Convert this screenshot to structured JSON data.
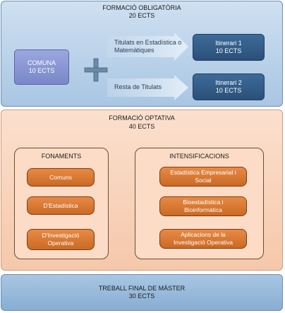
{
  "obligatoria": {
    "title": "FORMACIÓ OBLIGATÒRIA",
    "credits": "20 ECTS",
    "comuna": {
      "title": "COMUNA",
      "credits": "10 ECTS"
    },
    "paths": [
      {
        "label_line1": "Titulats en Estadística o",
        "label_line2": "Matemàtiques",
        "target_title": "Itinerari 1",
        "target_credits": "10 ECTS"
      },
      {
        "label_line1": "Resta de Titulats",
        "label_line2": "",
        "target_title": "Itinerari 2",
        "target_credits": "10 ECTS"
      }
    ]
  },
  "optativa": {
    "title": "FORMACIÓ OPTATIVA",
    "credits": "40 ECTS",
    "fonaments": {
      "title": "FONAMENTS",
      "items": [
        {
          "line1": "Comuns",
          "line2": ""
        },
        {
          "line1": "D'Estadística",
          "line2": ""
        },
        {
          "line1": "D'Investigació",
          "line2": "Operativa"
        }
      ]
    },
    "intensificacions": {
      "title": "INTENSIFICACIONS",
      "items": [
        {
          "line1": "Estadística Empresarial i",
          "line2": "Social"
        },
        {
          "line1": "Bioestadística i",
          "line2": "Bioinformàtica"
        },
        {
          "line1": "Aplicacions de la",
          "line2": "Investigació Operativa"
        }
      ]
    }
  },
  "treball": {
    "title": "TREBALL FINAL DE MÀSTER",
    "credits": "30 ECTS"
  },
  "colors": {
    "blue_section": "#bcd3ea",
    "comuna_fill": "#8a96d4",
    "itinerari_fill": "#33608d",
    "orange_section": "#f8d3b9",
    "pill_fill": "#d87835"
  }
}
